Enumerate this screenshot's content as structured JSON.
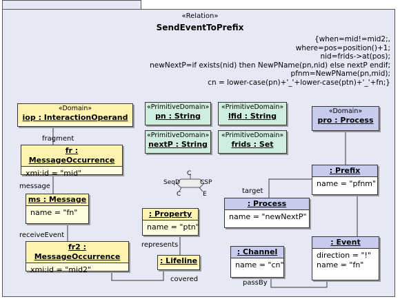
{
  "relation": {
    "stereotype": "«Relation»",
    "name": "SendEventToPrefix",
    "constraint": "{when=mid!=mid2;,\nwhere=pos=position()+1;\nnid=frids->at(pos);\nnewNextP=if exists(nid) then NewPName(pn,nid) else nextP endif;\npfnm=NewPName(pn,mid);\ncn = lower-case(pn)+'_'+lower-case(ptn)+'_'+fn;}"
  },
  "boxes": {
    "iop": {
      "stereotype": "«Domain»",
      "name": "iop : InteractionOperand"
    },
    "fr": {
      "name": "fr : MessageOccurrence",
      "slot": "xmi:id = \"mid\""
    },
    "ms": {
      "name": "ms : Message",
      "slot": "name = \"fn\""
    },
    "fr2": {
      "name": "fr2 : MessageOccurrence",
      "slot": "xmi:id = \"mid2\""
    },
    "property": {
      "name": ": Property",
      "slot": "name = \"ptn\""
    },
    "lifeline": {
      "name": ": Lifeline"
    },
    "pn": {
      "stereotype": "«PrimitiveDomain»",
      "name": "pn : String"
    },
    "lfid": {
      "stereotype": "«PrimitiveDomain»",
      "name": "lfid : String"
    },
    "nextP": {
      "stereotype": "«PrimitiveDomain»",
      "name": "nextP : String"
    },
    "frids": {
      "stereotype": "«PrimitiveDomain»",
      "name": "frids : Set"
    },
    "pro": {
      "stereotype": "«Domain»",
      "name": "pro : Process"
    },
    "prefix": {
      "name": ": Prefix",
      "slot": "name = \"pfnm\""
    },
    "process": {
      "name": ": Process",
      "slot": "name = \"newNextP\""
    },
    "channel": {
      "name": ": Channel",
      "slot": "name = \"cn\""
    },
    "event": {
      "name": ": Event",
      "slot1": "direction = \"!\"",
      "slot2": "name = \"fn\""
    }
  },
  "links": {
    "fragment": "fragment",
    "message": "message",
    "receiveEvent": "receiveEvent",
    "represents": "represents",
    "covered": "covered",
    "target": "target",
    "passBy": "passBy"
  },
  "notation": {
    "seqd": "SeqD",
    "csp": "CSP",
    "c_top": "C",
    "c_bottom": "C",
    "e": "E"
  },
  "colors": {
    "frame": "#e6e9f5",
    "yellow_header": "#fff3b0",
    "yellow_body": "#fffde0",
    "blue_header": "#c7cbee",
    "green": "#cfeedd"
  }
}
